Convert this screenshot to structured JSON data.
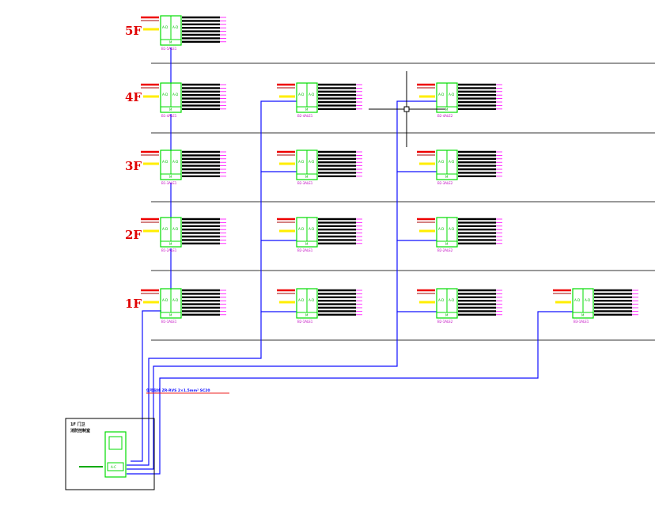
{
  "floors": [
    {
      "id": "5F",
      "label": "5F"
    },
    {
      "id": "4F",
      "label": "4F"
    },
    {
      "id": "3F",
      "label": "3F"
    },
    {
      "id": "2F",
      "label": "2F"
    },
    {
      "id": "1F",
      "label": "1F"
    }
  ],
  "panels": [
    {
      "name": "B1-5ALE1",
      "floor": "5F",
      "column": 1
    },
    {
      "name": "B1-4ALE1",
      "floor": "4F",
      "column": 1
    },
    {
      "name": "B2-4ALE1",
      "floor": "4F",
      "column": 2
    },
    {
      "name": "B2-4ALE2",
      "floor": "4F",
      "column": 3
    },
    {
      "name": "B1-3ALE1",
      "floor": "3F",
      "column": 1
    },
    {
      "name": "B2-3ALE1",
      "floor": "3F",
      "column": 2
    },
    {
      "name": "B2-3ALE2",
      "floor": "3F",
      "column": 3
    },
    {
      "name": "B1-2ALE1",
      "floor": "2F",
      "column": 1
    },
    {
      "name": "B2-2ALE1",
      "floor": "2F",
      "column": 2
    },
    {
      "name": "B2-2ALE2",
      "floor": "2F",
      "column": 3
    },
    {
      "name": "B1-1ALE1",
      "floor": "1F",
      "column": 1
    },
    {
      "name": "B2-1ALE1",
      "floor": "1F",
      "column": 2
    },
    {
      "name": "B2-1ALE2",
      "floor": "1F",
      "column": 3
    },
    {
      "name": "B3-1ALE1",
      "floor": "1F",
      "column": 4
    }
  ],
  "panel_box": {
    "left_label": "A-D",
    "right_label": "A-D",
    "bottom_label": "M"
  },
  "control_room": {
    "line1": "1F 门卫",
    "line2": "消防控制室",
    "host_label": "A-C"
  },
  "bus_label": "信号总线 ZR-RVS 2×1.5mm² SC20",
  "colors": {
    "line": "#1010ff",
    "box": "#00dd00",
    "floor_line": "#333333",
    "red_feed": "#ee0000",
    "yellow_feed": "#ffee00",
    "circuit": "#000000",
    "circuit_tick": "#ff00ff",
    "floor_label": "#e00000"
  }
}
